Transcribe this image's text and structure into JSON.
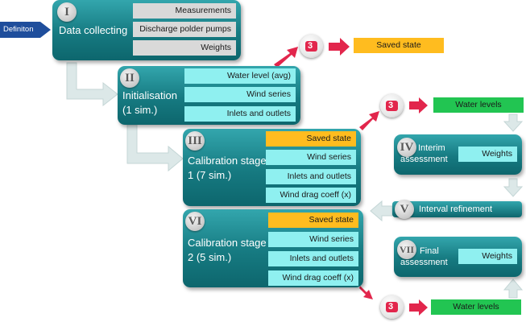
{
  "definition": {
    "label": "Definiton"
  },
  "colors": {
    "box": "#167a81",
    "item": "#8ff0f0",
    "item_gray": "#d9d9d9",
    "saved": "#ffbc1f",
    "water": "#22c552",
    "arrow_red": "#e2264c",
    "arrow_light": "#dce8e8"
  },
  "icons": {
    "simulation": "simulation-icon",
    "arrow": "red-arrow-icon"
  },
  "stages": {
    "s1": {
      "numeral": "I",
      "title": "Data collecting",
      "items": [
        "Measurements",
        "Discharge polder pumps",
        "Weights"
      ]
    },
    "s2": {
      "numeral": "II",
      "title_line1": "Initialisation",
      "title_line2": "(1 sim.)",
      "items": [
        "Water level (avg)",
        "Wind series",
        "Inlets and outlets"
      ]
    },
    "s3": {
      "numeral": "III",
      "title_line1": "Calibration stage",
      "title_line2": "1 (7 sim.)",
      "items": [
        "Saved state",
        "Wind series",
        "Inlets and outlets",
        "Wind drag coeff (x)"
      ]
    },
    "s4": {
      "numeral": "IV",
      "title_line1": "Interim",
      "title_line2": "assessment",
      "item": "Weights"
    },
    "s5": {
      "numeral": "V",
      "title": "Interval refinement"
    },
    "s6": {
      "numeral": "VI",
      "title_line1": "Calibration stage",
      "title_line2": "2 (5 sim.)",
      "items": [
        "Saved state",
        "Wind series",
        "Inlets and outlets",
        "Wind drag coeff (x)"
      ]
    },
    "s7": {
      "numeral": "VII",
      "title_line1": "Final",
      "title_line2": "assessment",
      "item": "Weights"
    }
  },
  "results": {
    "saved_state": "Saved state",
    "water_levels_1": "Water levels",
    "water_levels_2": "Water levels"
  }
}
